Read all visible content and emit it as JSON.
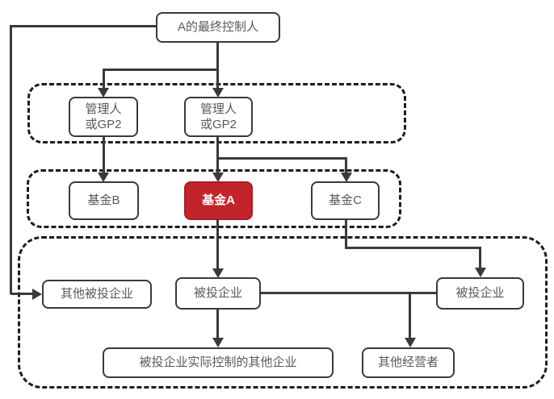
{
  "diagram": {
    "title": "fund-control-structure-flowchart",
    "colors": {
      "line": "#3a3a3a",
      "box_border": "#3a3a3a",
      "box_text": "#595959",
      "dashed_border": "#1c1c1c",
      "highlight_bg": "#c2242b",
      "highlight_text": "#ffffff",
      "background": "#ffffff"
    },
    "nodes": {
      "ultimate_controller": "A的最终控制人",
      "manager_left": "管理人\n或GP2",
      "manager_right": "管理人\n或GP2",
      "fund_b": "基金B",
      "fund_a": "基金A",
      "fund_c": "基金C",
      "other_investee": "其他被投企业",
      "investee_mid": "被投企业",
      "investee_right": "被投企业",
      "investee_controlled_other": "被投企业实际控制的其他企业",
      "other_operator": "其他经营者"
    }
  }
}
